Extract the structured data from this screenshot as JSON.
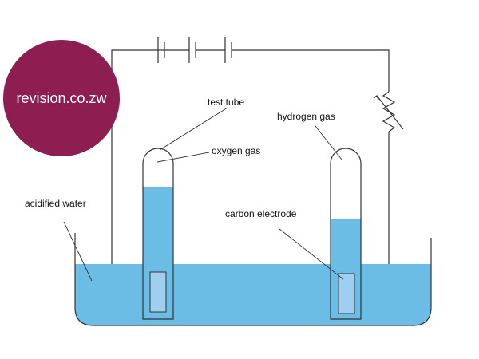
{
  "logo": {
    "text": "revision.co.zw",
    "color": "#8e1d52"
  },
  "labels": {
    "test_tube": "test tube",
    "oxygen_gas": "oxygen gas",
    "hydrogen_gas": "hydrogen gas",
    "acidified_water": "acidified water",
    "carbon_electrode": "carbon electrode"
  },
  "colors": {
    "water": "#6bbde6",
    "electrode": "#9fcff0",
    "wire": "#333333"
  }
}
